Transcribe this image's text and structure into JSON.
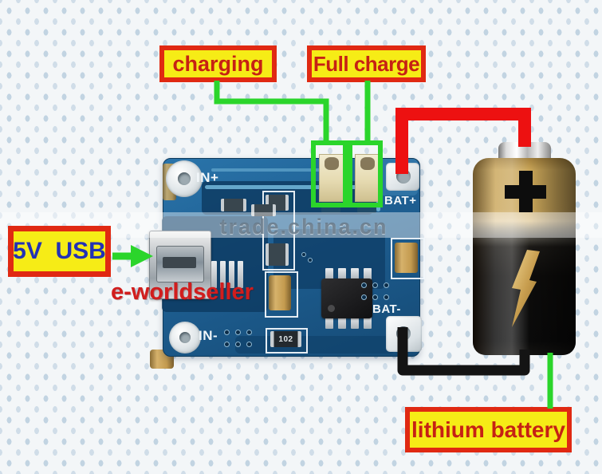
{
  "annotations": {
    "charging": "charging",
    "full_charge": "Full charge",
    "usb_input": "5V  USB",
    "seller": "e-worldseller",
    "battery_label": "lithium battery"
  },
  "watermark": {
    "text": "trade.china.cn"
  },
  "board": {
    "silkscreen": {
      "in_plus": "IN+",
      "in_minus": "IN-",
      "bat_plus": "BAT+",
      "bat_minus": "BAT-",
      "resistor_code": "102"
    }
  },
  "colors": {
    "annotation_green": "#2bd52b",
    "wire_red": "#ed1111",
    "wire_black": "#141414",
    "label_yellow": "#f6ec16",
    "label_border_red": "#e02912",
    "label_text_red": "#c62114",
    "usb_text_blue": "#2231b5",
    "pcb_blue": "#1e5f92",
    "battery_gold": "#caa65a"
  }
}
